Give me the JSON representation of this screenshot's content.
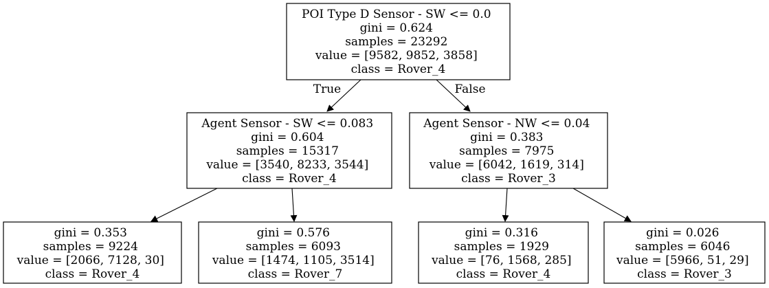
{
  "tree": {
    "nodes": {
      "root": {
        "lines": [
          "POI Type D Sensor - SW <= 0.0",
          "gini = 0.624",
          "samples = 23292",
          "value = [9582, 9852, 3858]",
          "class = Rover_4"
        ]
      },
      "left": {
        "lines": [
          "Agent Sensor - SW <= 0.083",
          "gini = 0.604",
          "samples = 15317",
          "value = [3540, 8233, 3544]",
          "class = Rover_4"
        ]
      },
      "right": {
        "lines": [
          "Agent Sensor - NW <= 0.04",
          "gini = 0.383",
          "samples = 7975",
          "value = [6042, 1619, 314]",
          "class = Rover_3"
        ]
      },
      "leaf1": {
        "lines": [
          "gini = 0.353",
          "samples = 9224",
          "value = [2066, 7128, 30]",
          "class = Rover_4"
        ]
      },
      "leaf2": {
        "lines": [
          "gini = 0.576",
          "samples = 6093",
          "value = [1474, 1105, 3514]",
          "class = Rover_7"
        ]
      },
      "leaf3": {
        "lines": [
          "gini = 0.316",
          "samples = 1929",
          "value = [76, 1568, 285]",
          "class = Rover_4"
        ]
      },
      "leaf4": {
        "lines": [
          "gini = 0.026",
          "samples = 6046",
          "value = [5966, 51, 29]",
          "class = Rover_3"
        ]
      }
    },
    "edges": {
      "true_label": "True",
      "false_label": "False"
    }
  }
}
